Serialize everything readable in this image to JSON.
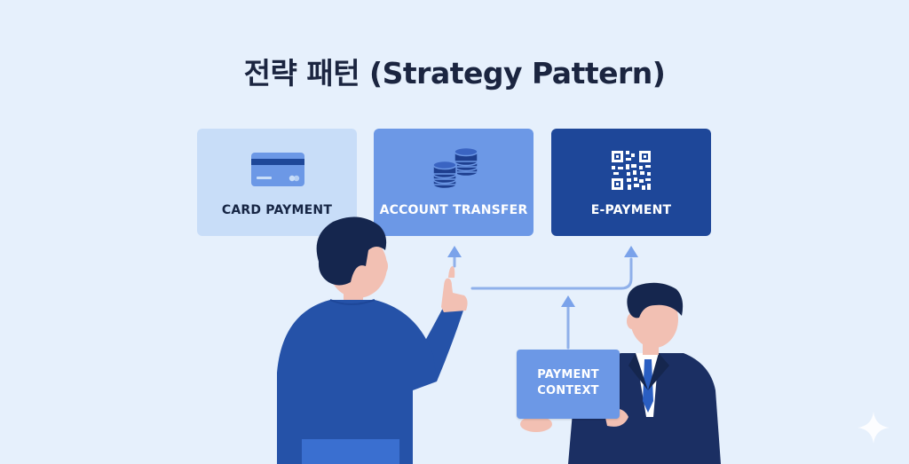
{
  "title": "전략 패턴 (Strategy Pattern)",
  "strategies": [
    {
      "label": "CARD PAYMENT",
      "icon": "credit-card-icon"
    },
    {
      "label": "ACCOUNT TRANSFER",
      "icon": "coins-icon"
    },
    {
      "label": "E-PAYMENT",
      "icon": "qr-code-icon"
    }
  ],
  "context": {
    "line1": "PAYMENT",
    "line2": "CONTEXT"
  },
  "colors": {
    "background": "#e6f0fc",
    "card_light": "#c8ddf8",
    "card_medium": "#6c98e6",
    "card_dark": "#1e4799",
    "title_text": "#1b2540",
    "connector": "#8fb0ea"
  }
}
